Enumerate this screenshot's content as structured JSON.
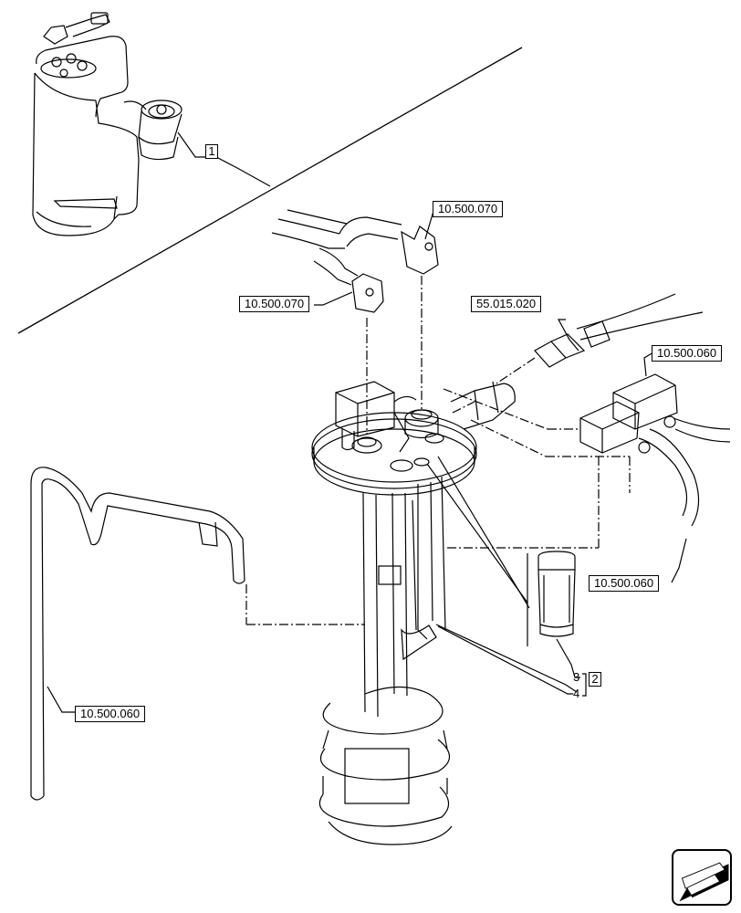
{
  "callouts": {
    "ref_1": "1",
    "ref_2": "2",
    "ref_3": "3",
    "ref_4": "4",
    "tube_top_right": "10.500.070",
    "tube_left": "10.500.070",
    "harness": "55.015.020",
    "hose_upper_right": "10.500.060",
    "hose_lower_right": "10.500.060",
    "hose_left": "10.500.060"
  },
  "icons": {
    "navigation": "prev-page-arrow-icon"
  }
}
